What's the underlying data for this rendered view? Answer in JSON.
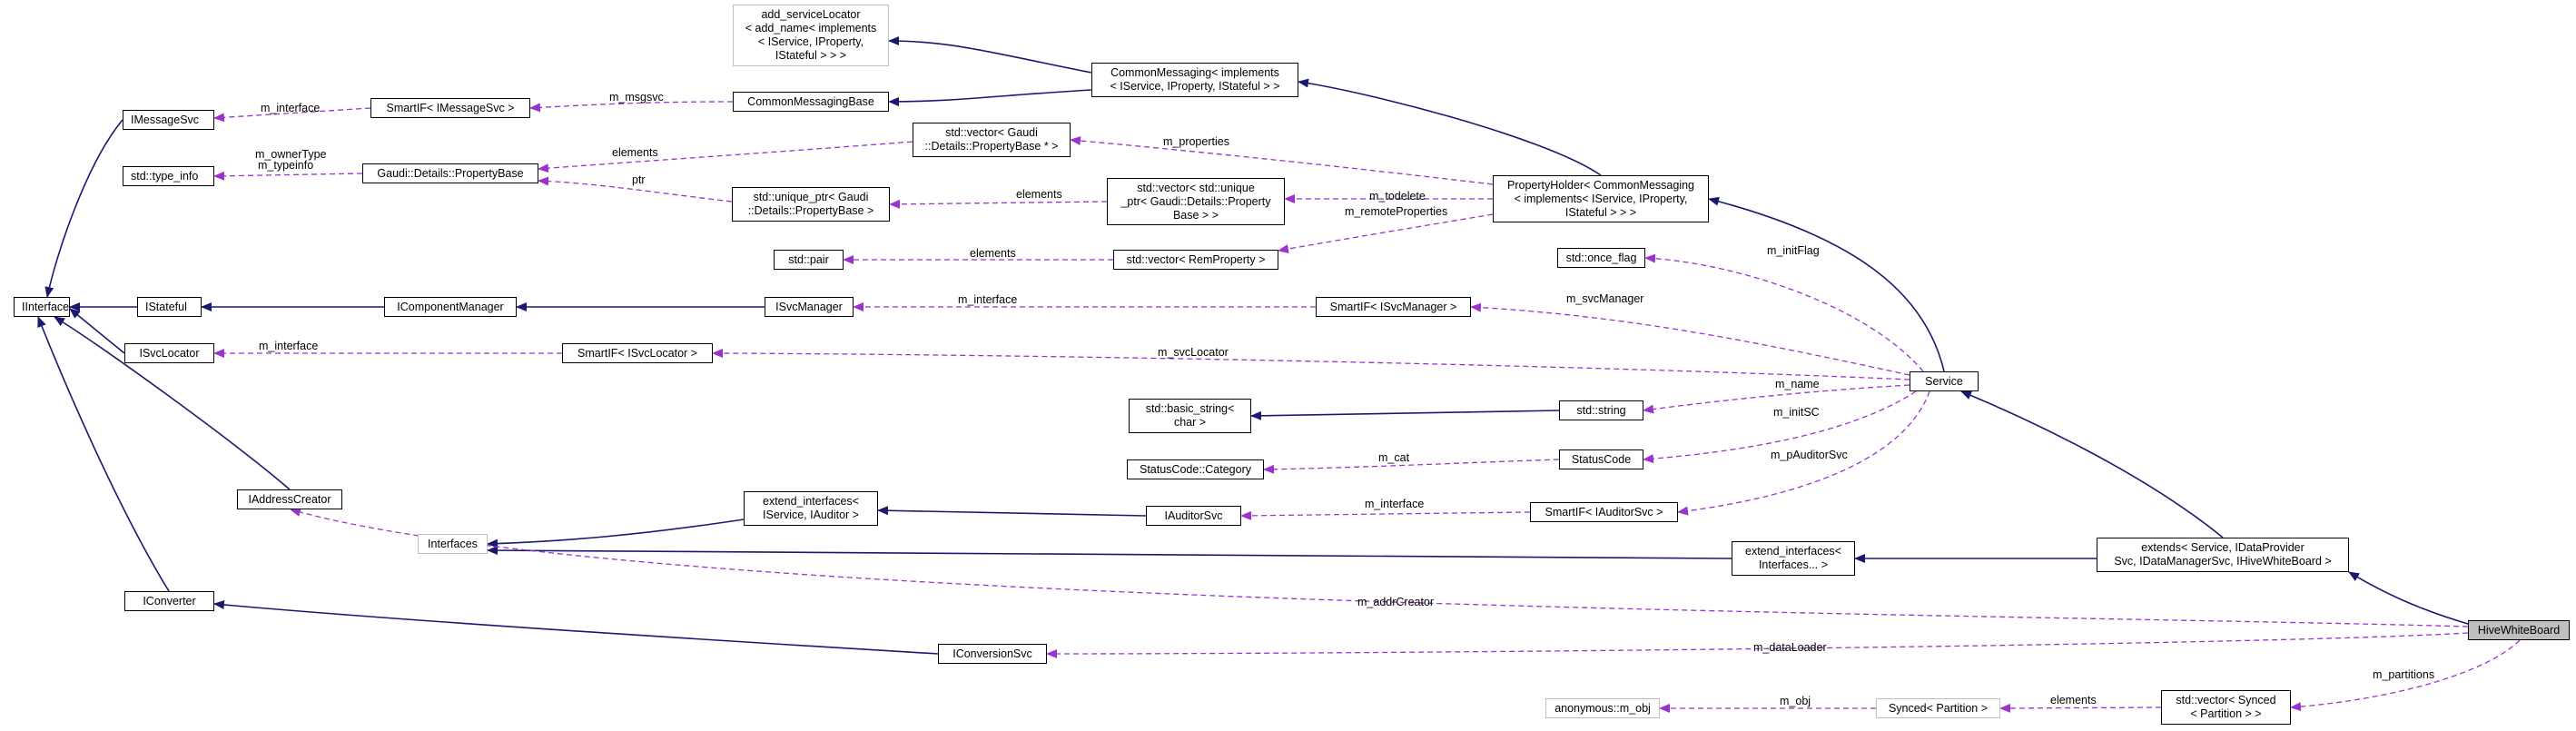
{
  "colors": {
    "inheritance": "#191970",
    "usage": "#9a32cd",
    "node_border": "#000000",
    "external_border": "#bfbfbf",
    "focus_fill": "#bfbfbf"
  },
  "nodes": {
    "iinterface": "IInterface",
    "imessagesvc": "IMessageSvc",
    "std_type_info": "std::type_info",
    "istateful": "IStateful",
    "isvclocator": "ISvcLocator",
    "iaddresscreator": "IAddressCreator",
    "iconverter": "IConverter",
    "smartif_imessagesvc": "SmartIF< IMessageSvc >",
    "propertybase": "Gaudi::Details::PropertyBase",
    "add_servicelocator": "add_serviceLocator\n< add_name< implements\n< IService, IProperty,\nIStateful > > >",
    "commonmessagingbase": "CommonMessagingBase",
    "commonmessaging": "CommonMessaging< implements\n< IService, IProperty, IStateful > >",
    "vector_propertybase_ptr": "std::vector< Gaudi\n::Details::PropertyBase * >",
    "unique_ptr_propertybase": "std::unique_ptr< Gaudi\n::Details::PropertyBase >",
    "vector_unique_ptr": "std::vector< std::unique\n_ptr< Gaudi::Details::Property\nBase > >",
    "std_pair": "std::pair",
    "vector_remproperty": "std::vector< RemProperty >",
    "propertyholder": "PropertyHolder< CommonMessaging\n< implements< IService, IProperty,\nIStateful > > >",
    "std_once_flag": "std::once_flag",
    "icomponentmanager": "IComponentManager",
    "isvcmanager": "ISvcManager",
    "smartif_isvcmanager": "SmartIF< ISvcManager >",
    "smartif_isvclocator": "SmartIF< ISvcLocator >",
    "service": "Service",
    "std_basic_string": "std::basic_string<\nchar >",
    "std_string": "std::string",
    "statuscode_category": "StatusCode::Category",
    "statuscode": "StatusCode",
    "extend_interfaces_iservice": "extend_interfaces<\nIService, IAuditor >",
    "iauditorsvc": "IAuditorSvc",
    "smartif_iauditorsvc": "SmartIF< IAuditorSvc >",
    "interfaces": "Interfaces",
    "extend_interfaces_dots": "extend_interfaces<\nInterfaces... >",
    "extends_service": "extends< Service, IDataProvider\nSvc, IDataManagerSvc, IHiveWhiteBoard >",
    "iconversionsvc": "IConversionSvc",
    "hivewhiteboard": "HiveWhiteBoard",
    "anonymous_m_obj": "anonymous::m_obj",
    "synced_partition": "Synced< Partition >",
    "vector_synced_partition": "std::vector< Synced\n< Partition > >"
  },
  "edge_labels": {
    "m_interface_msg": "m_interface",
    "m_msgsvc": "m_msgsvc",
    "m_ownertype": "m_ownerType",
    "m_typeinfo": "m_typeinfo",
    "elements_pb": "elements",
    "ptr": "ptr",
    "m_properties": "m_properties",
    "elements_up": "elements",
    "m_todelete": "m_todelete",
    "m_remoteproperties": "m_remoteProperties",
    "elements_pair": "elements",
    "m_initflag": "m_initFlag",
    "m_interface_svcman": "m_interface",
    "m_svcmanager": "m_svcManager",
    "m_interface_svcloc": "m_interface",
    "m_svclocator": "m_svcLocator",
    "m_name": "m_name",
    "m_initsc": "m_initSC",
    "m_cat": "m_cat",
    "m_pauditorsvc": "m_pAuditorSvc",
    "m_interface_aud": "m_interface",
    "m_addrcreator": "m_addrCreator",
    "m_dataloader": "m_dataLoader",
    "m_partitions": "m_partitions",
    "m_obj": "m_obj",
    "elements_sync": "elements"
  }
}
